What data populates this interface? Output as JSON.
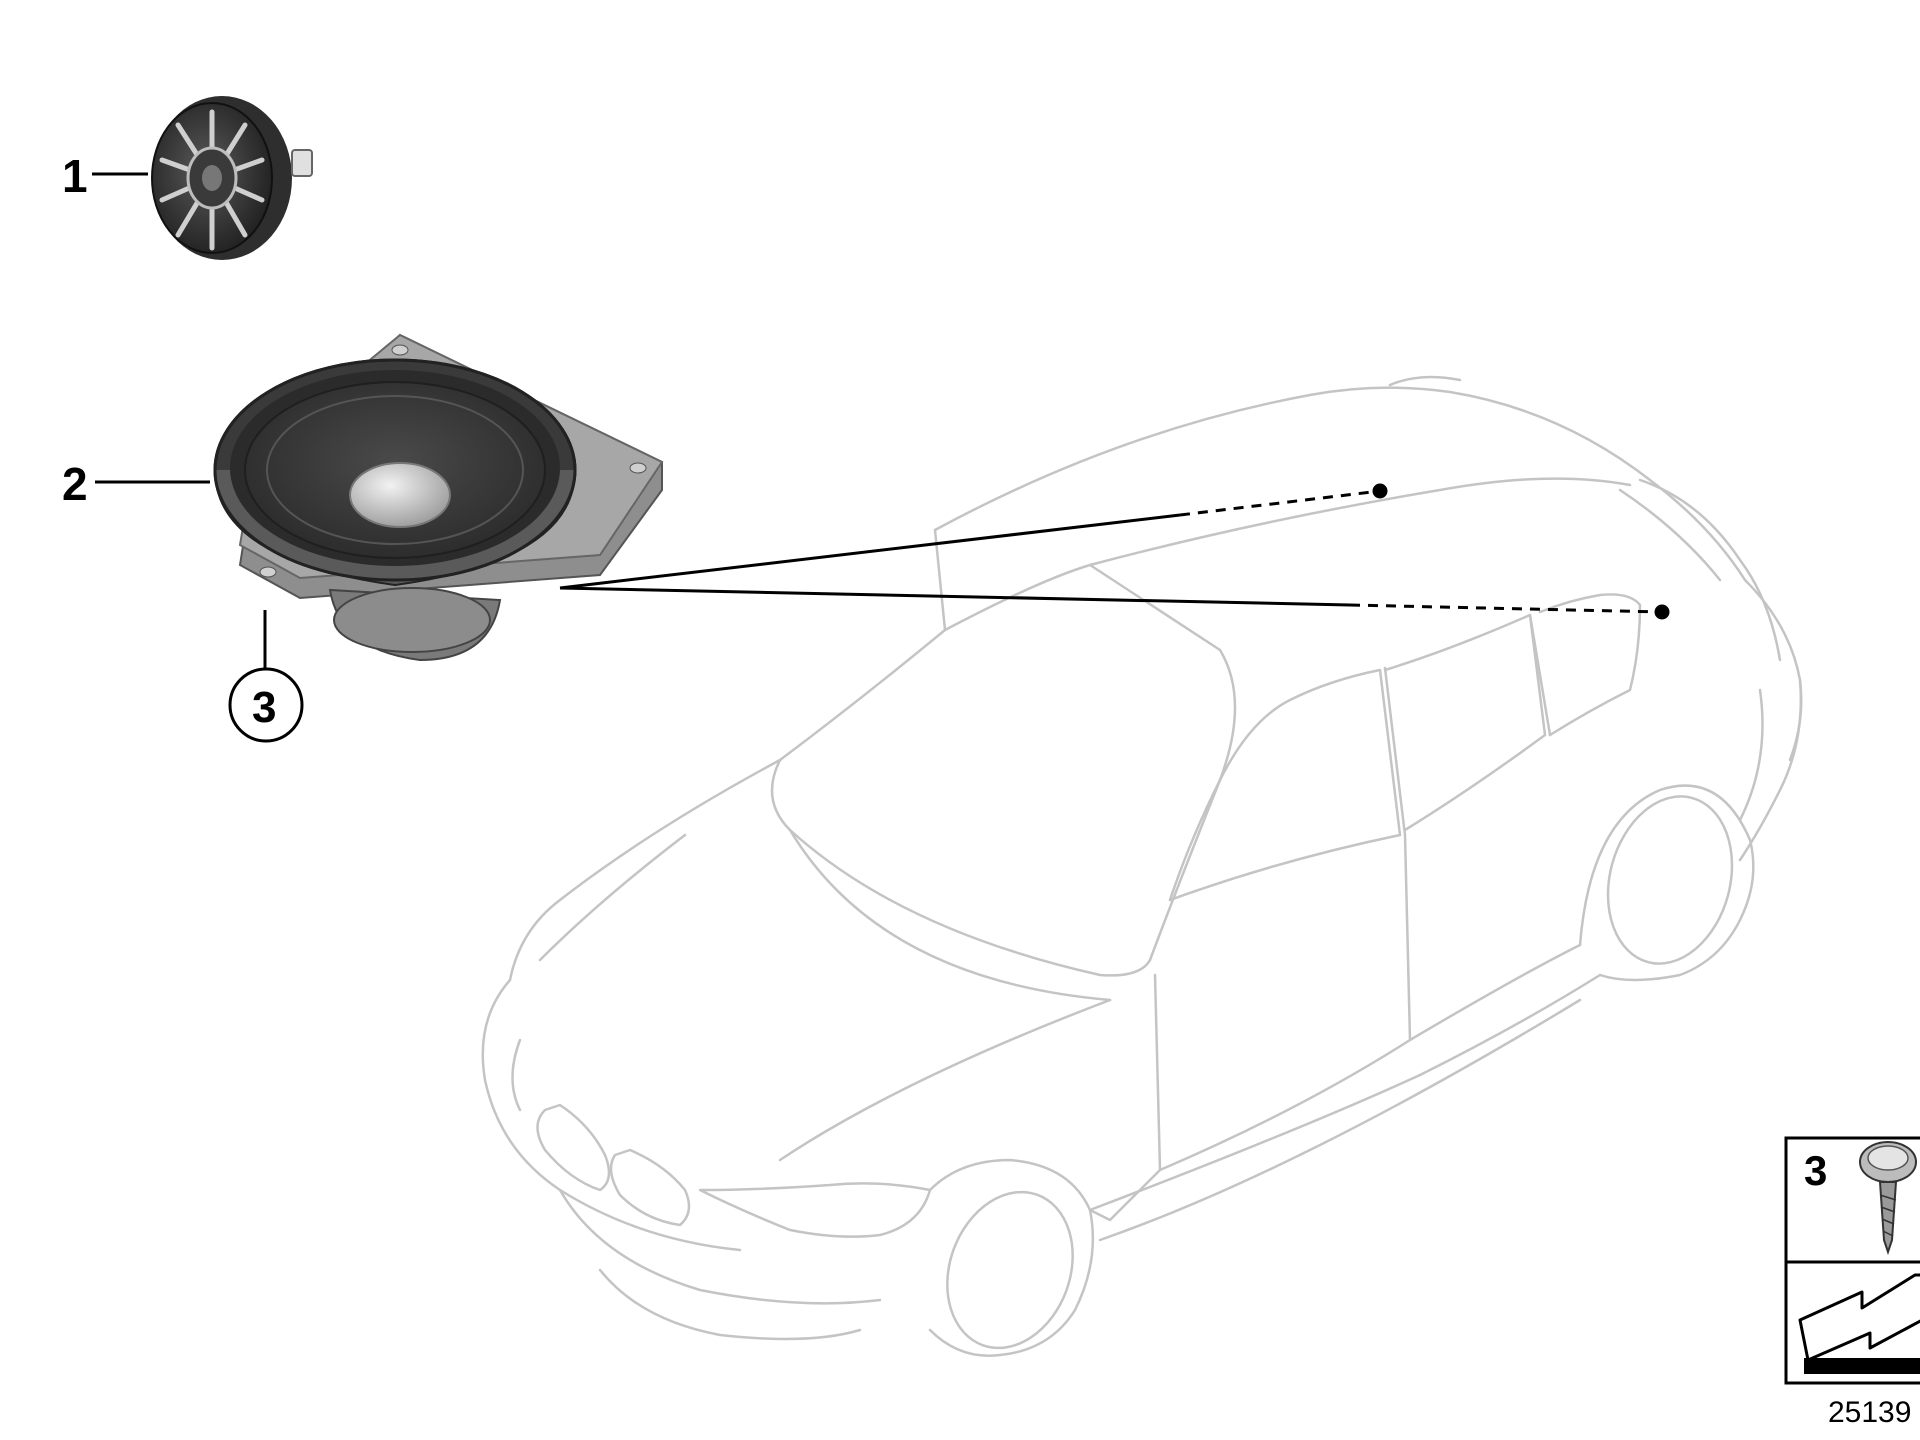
{
  "callouts": {
    "tweeter": "1",
    "midrange_speaker": "2",
    "screw": "3"
  },
  "hardware_box": {
    "label": "3"
  },
  "reference_number": "25139",
  "colors": {
    "line": "#000000",
    "car_outline": "#c4c4c4",
    "speaker_dark": "#3c3c3c",
    "speaker_mid": "#8a8a8a",
    "speaker_light": "#d6d6d6"
  }
}
